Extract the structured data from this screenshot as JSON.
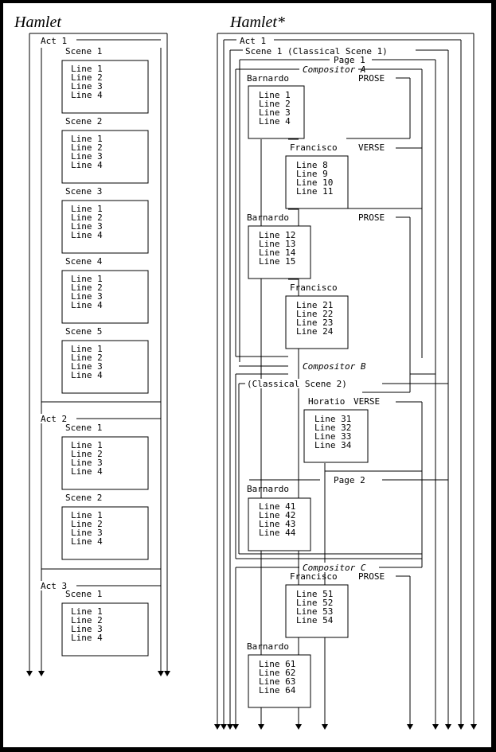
{
  "left": {
    "title": "Hamlet",
    "acts": [
      {
        "label": "Act 1",
        "scenes": [
          {
            "label": "Scene 1",
            "lines": [
              "Line 1",
              "Line 2",
              "Line 3",
              "Line 4"
            ]
          },
          {
            "label": "Scene 2",
            "lines": [
              "Line 1",
              "Line 2",
              "Line 3",
              "Line 4"
            ]
          },
          {
            "label": "Scene 3",
            "lines": [
              "Line 1",
              "Line 2",
              "Line 3",
              "Line 4"
            ]
          },
          {
            "label": "Scene 4",
            "lines": [
              "Line 1",
              "Line 2",
              "Line 3",
              "Line 4"
            ]
          },
          {
            "label": "Scene 5",
            "lines": [
              "Line 1",
              "Line 2",
              "Line 3",
              "Line 4"
            ]
          }
        ]
      },
      {
        "label": "Act 2",
        "scenes": [
          {
            "label": "Scene 1",
            "lines": [
              "Line 1",
              "Line 2",
              "Line 3",
              "Line 4"
            ]
          },
          {
            "label": "Scene 2",
            "lines": [
              "Line 1",
              "Line 2",
              "Line 3",
              "Line 4"
            ]
          }
        ]
      },
      {
        "label": "Act 3",
        "scenes": [
          {
            "label": "Scene 1",
            "lines": [
              "Line 1",
              "Line 2",
              "Line 3",
              "Line 4"
            ]
          }
        ]
      }
    ]
  },
  "right": {
    "title": "Hamlet*",
    "act": "Act 1",
    "scene1": "Scene 1 (Classical Scene 1)",
    "page1": "Page 1",
    "page2": "Page 2",
    "scene2": "(Classical Scene 2)",
    "compositors": [
      "Compositor A",
      "Compositor B",
      "Compositor C"
    ],
    "speeches": [
      {
        "speaker": "Barnardo",
        "mode": "PROSE",
        "lines": [
          "Line 1",
          "Line 2",
          "Line 3",
          "Line 4"
        ]
      },
      {
        "speaker": "Francisco",
        "mode": "VERSE",
        "lines": [
          "Line 8",
          "Line 9",
          "Line 10",
          "Line 11"
        ]
      },
      {
        "speaker": "Barnardo",
        "mode": "PROSE",
        "lines": [
          "Line 12",
          "Line 13",
          "Line 14",
          "Line 15"
        ]
      },
      {
        "speaker": "Francisco",
        "mode": "",
        "lines": [
          "Line 21",
          "Line 22",
          "Line 23",
          "Line 24"
        ]
      },
      {
        "speaker": "Horatio",
        "mode": "VERSE",
        "lines": [
          "Line 31",
          "Line 32",
          "Line 33",
          "Line 34"
        ]
      },
      {
        "speaker": "Barnardo",
        "mode": "",
        "lines": [
          "Line 41",
          "Line 42",
          "Line 43",
          "Line 44"
        ]
      },
      {
        "speaker": "Francisco",
        "mode": "PROSE",
        "lines": [
          "Line 51",
          "Line 52",
          "Line 53",
          "Line 54"
        ]
      },
      {
        "speaker": "Barnardo",
        "mode": "",
        "lines": [
          "Line 61",
          "Line 62",
          "Line 63",
          "Line 64"
        ]
      }
    ]
  }
}
